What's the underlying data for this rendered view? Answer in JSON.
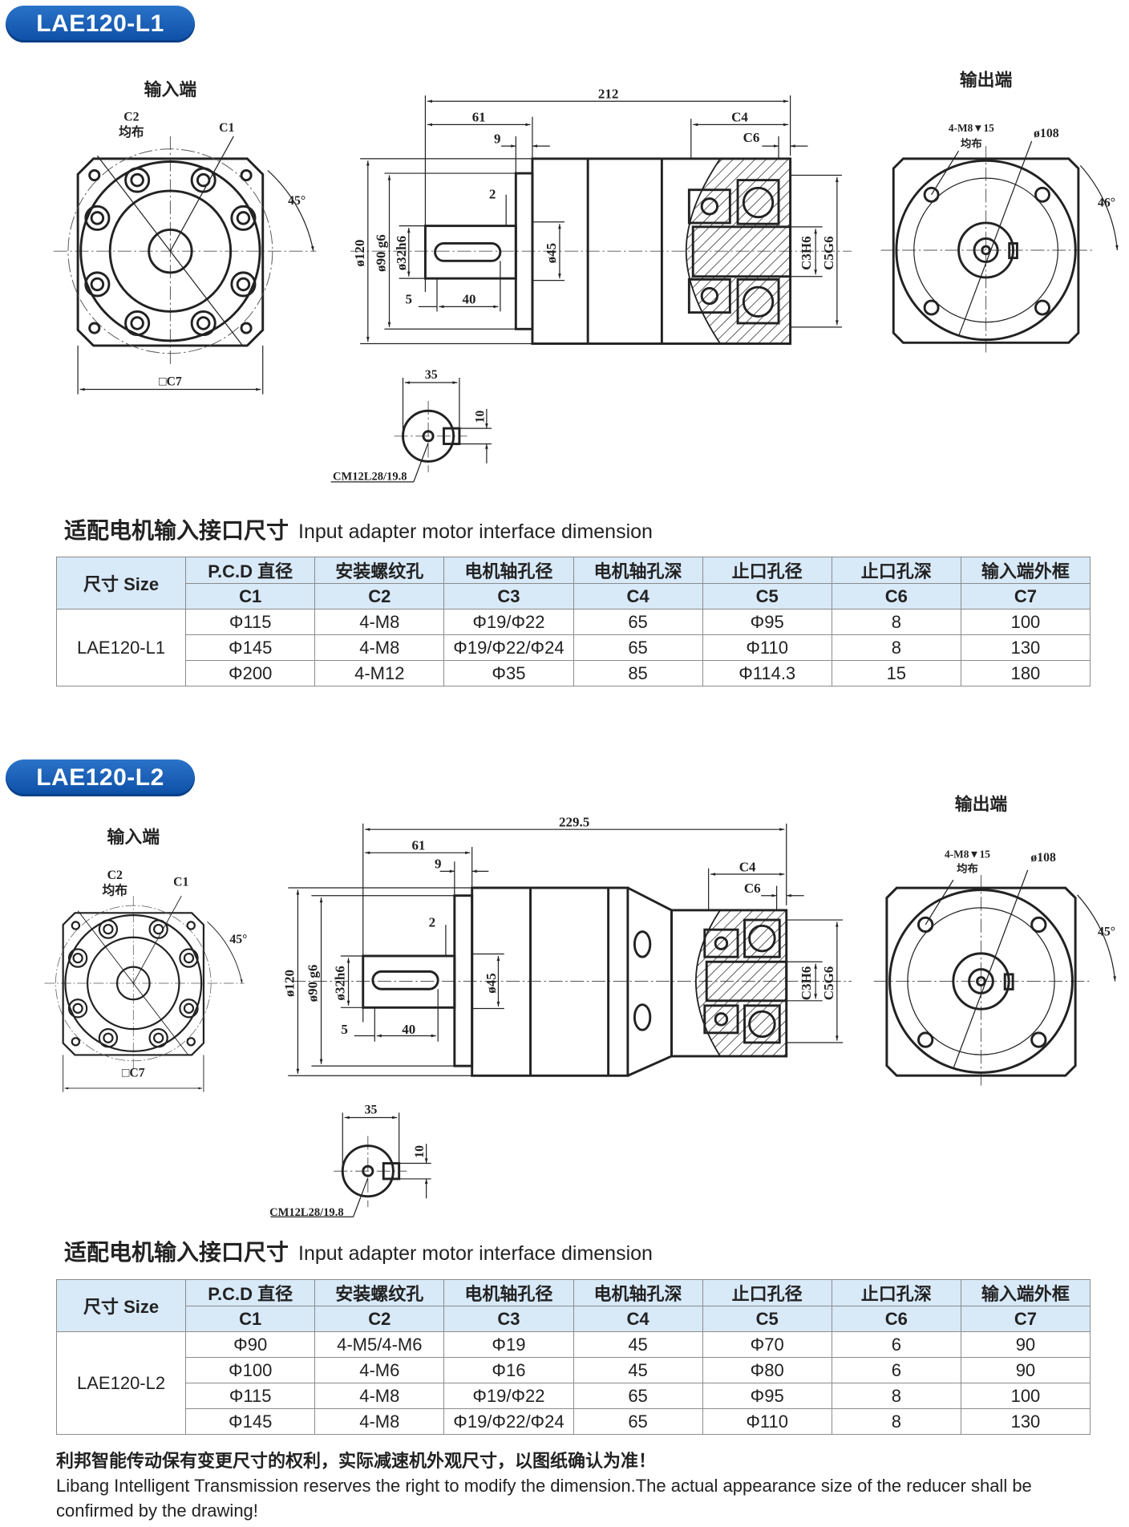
{
  "sections": [
    {
      "badge": "LAE120-L1",
      "drawing": {
        "input_end": "输入端",
        "output_end": "输出端",
        "c2": "C2",
        "evenly": "均布",
        "c1": "C1",
        "angle_in": "45°",
        "c7": "□C7",
        "total_len": "212",
        "len61": "61",
        "len9": "9",
        "c4": "C4",
        "c6": "C6",
        "len2": "2",
        "d120": "ø120",
        "d90": "ø90 g6",
        "d32": "ø32h6",
        "d45": "ø45",
        "c3h6": "C3H6",
        "c5g6": "C5G6",
        "len5": "5",
        "len40": "40",
        "holes": "4-M8▼15",
        "holes_evenly": "均布",
        "d108": "ø108",
        "angle_out": "46°",
        "key35": "35",
        "key10": "10",
        "key_spec": "CM12L28/19.8"
      },
      "title_cn": "适配电机输入接口尺寸",
      "title_en": "Input adapter motor interface dimension",
      "table": {
        "size_label": "尺寸 Size",
        "headers_cn": [
          "P.C.D 直径",
          "安装螺纹孔",
          "电机轴孔径",
          "电机轴孔深",
          "止口孔径",
          "止口孔深",
          "输入端外框"
        ],
        "headers_code": [
          "C1",
          "C2",
          "C3",
          "C4",
          "C5",
          "C6",
          "C7"
        ],
        "model": "LAE120-L1",
        "rows": [
          [
            "Φ115",
            "4-M8",
            "Φ19/Φ22",
            "65",
            "Φ95",
            "8",
            "100"
          ],
          [
            "Φ145",
            "4-M8",
            "Φ19/Φ22/Φ24",
            "65",
            "Φ110",
            "8",
            "130"
          ],
          [
            "Φ200",
            "4-M12",
            "Φ35",
            "85",
            "Φ114.3",
            "15",
            "180"
          ]
        ]
      }
    },
    {
      "badge": "LAE120-L2",
      "drawing": {
        "input_end": "输入端",
        "output_end": "输出端",
        "c2": "C2",
        "evenly": "均布",
        "c1": "C1",
        "angle_in": "45°",
        "c7": "□C7",
        "total_len": "229.5",
        "len61": "61",
        "len9": "9",
        "c4": "C4",
        "c6": "C6",
        "len2": "2",
        "d120": "ø120",
        "d90": "ø90 g6",
        "d32": "ø32h6",
        "d45": "ø45",
        "c3h6": "C3H6",
        "c5g6": "C5G6",
        "len5": "5",
        "len40": "40",
        "holes": "4-M8▼15",
        "holes_evenly": "均布",
        "d108": "ø108",
        "angle_out": "45°",
        "key35": "35",
        "key10": "10",
        "key_spec": "CM12L28/19.8"
      },
      "title_cn": "适配电机输入接口尺寸",
      "title_en": "Input adapter motor interface dimension",
      "table": {
        "size_label": "尺寸 Size",
        "headers_cn": [
          "P.C.D 直径",
          "安装螺纹孔",
          "电机轴孔径",
          "电机轴孔深",
          "止口孔径",
          "止口孔深",
          "输入端外框"
        ],
        "headers_code": [
          "C1",
          "C2",
          "C3",
          "C4",
          "C5",
          "C6",
          "C7"
        ],
        "model": "LAE120-L2",
        "rows": [
          [
            "Φ90",
            "4-M5/4-M6",
            "Φ19",
            "45",
            "Φ70",
            "6",
            "90"
          ],
          [
            "Φ100",
            "4-M6",
            "Φ16",
            "45",
            "Φ80",
            "6",
            "90"
          ],
          [
            "Φ115",
            "4-M8",
            "Φ19/Φ22",
            "65",
            "Φ95",
            "8",
            "100"
          ],
          [
            "Φ145",
            "4-M8",
            "Φ19/Φ22/Φ24",
            "65",
            "Φ110",
            "8",
            "130"
          ]
        ]
      }
    }
  ],
  "footer": {
    "cn": "利邦智能传动保有变更尺寸的权利，实际减速机外观尺寸，以图纸确认为准！",
    "en": "Libang Intelligent Transmission reserves the right to modify the dimension.The actual appearance size of the reducer shall be confirmed by the drawing!"
  }
}
